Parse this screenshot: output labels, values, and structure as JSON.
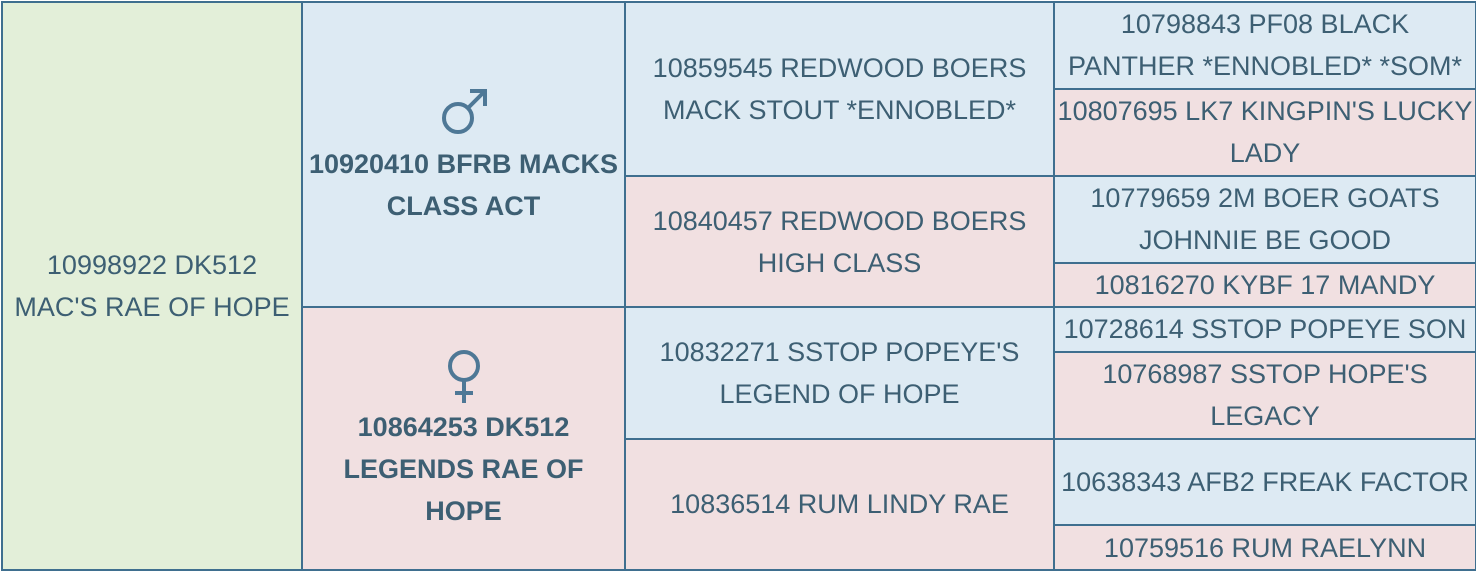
{
  "subject": {
    "name": "10998922 DK512 MAC'S RAE OF HOPE"
  },
  "sire": {
    "symbol": "male-symbol",
    "name": "10920410 BFRB MACKS CLASS ACT"
  },
  "dam": {
    "symbol": "female-symbol",
    "name": "10864253 DK512 LEGENDS RAE OF HOPE"
  },
  "grandparents": [
    {
      "sex": "male",
      "name": "10859545 REDWOOD BOERS MACK STOUT *ENNOBLED*"
    },
    {
      "sex": "female",
      "name": "10840457 REDWOOD BOERS HIGH CLASS"
    },
    {
      "sex": "male",
      "name": "10832271 SSTOP POPEYE'S LEGEND OF HOPE"
    },
    {
      "sex": "female",
      "name": "10836514 RUM LINDY RAE"
    }
  ],
  "great_grandparents": [
    {
      "sex": "male",
      "name": "10798843 PF08 BLACK PANTHER *ENNOBLED* *SOM*"
    },
    {
      "sex": "female",
      "name": "10807695 LK7 KINGPIN'S LUCKY LADY"
    },
    {
      "sex": "male",
      "name": "10779659 2M BOER GOATS JOHNNIE BE GOOD"
    },
    {
      "sex": "female",
      "name": "10816270 KYBF 17 MANDY"
    },
    {
      "sex": "male",
      "name": "10728614 SSTOP POPEYE SON"
    },
    {
      "sex": "female",
      "name": "10768987 SSTOP HOPE'S LEGACY"
    },
    {
      "sex": "male",
      "name": "10638343 AFB2 FREAK FACTOR"
    },
    {
      "sex": "female",
      "name": "10759516 RUM RAELYNN"
    }
  ],
  "colors": {
    "subject_bg": "#e3efd9",
    "male_bg": "#ddeaf3",
    "female_bg": "#f1e0e1",
    "border": "#3f6f8f",
    "text": "#3d5f73"
  }
}
